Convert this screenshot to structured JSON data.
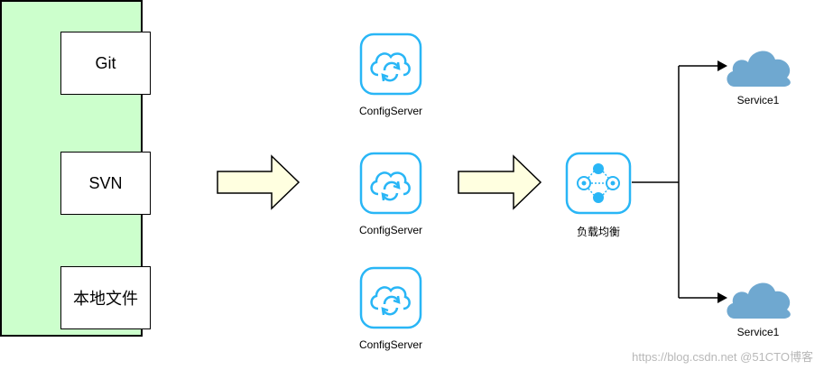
{
  "sources": [
    "Git",
    "SVN",
    "本地文件"
  ],
  "config_servers": [
    "ConfigServer",
    "ConfigServer",
    "ConfigServer"
  ],
  "load_balancer": {
    "label": "负载均衡"
  },
  "services": [
    "Service1",
    "Service1"
  ],
  "watermark": "https://blog.csdn.net @51CTO博客",
  "colors": {
    "panel_fill": "#ccffcc",
    "arrow_fill": "#ffffe0",
    "icon_stroke": "#29b6f6",
    "cloud_fill": "#6fa8d0"
  },
  "icons": [
    "cloud-sync-icon",
    "load-balancer-icon",
    "cloud-icon"
  ]
}
